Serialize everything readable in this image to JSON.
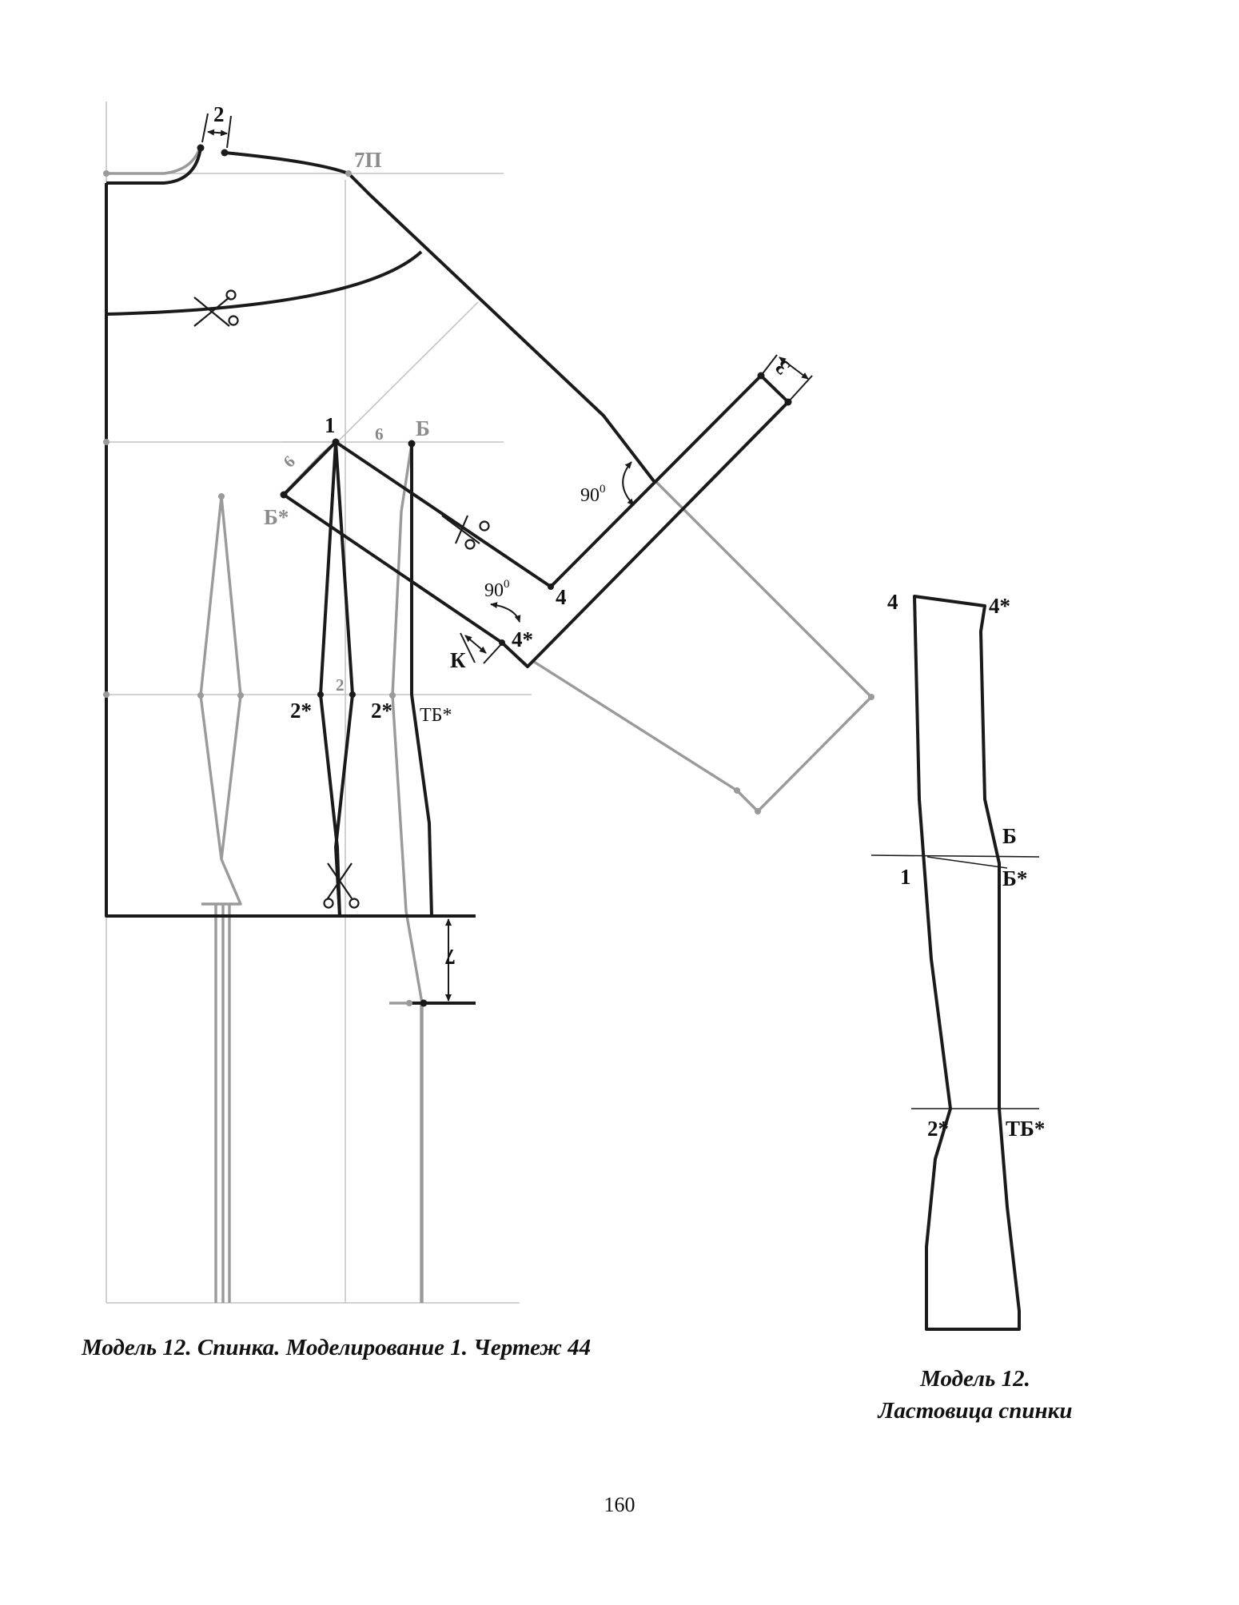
{
  "diagram": {
    "labels": {
      "dim_2_top": "2",
      "point_7p": "7П",
      "dim_3": "3",
      "point_1": "1",
      "dim_6_right": "6",
      "point_b": "Б",
      "dim_6_left": "6",
      "point_b_star": "Б*",
      "angle_upper": "90",
      "angle_upper_sup": "0",
      "angle_lower": "90",
      "angle_lower_sup": "0",
      "point_4": "4",
      "point_4_star": "4*",
      "point_k": "К",
      "dim_2_mid": "2",
      "point_2_star_left": "2*",
      "point_2_star_right": "2*",
      "point_tb_star": "ТБ*",
      "dim_7": "7"
    },
    "gusset_labels": {
      "point_4": "4",
      "point_4_star": "4*",
      "point_b": "Б",
      "point_1": "1",
      "point_b_star": "Б*",
      "point_2_star": "2*",
      "point_tb_star": "ТБ*"
    },
    "colors": {
      "main_line": "#1a1a1a",
      "construction_line": "#9a9a9a",
      "grid_line": "#c4c4c4"
    }
  },
  "captions": {
    "main": "Модель 12. Спинка. Моделирование 1. Чертеж 44",
    "gusset_line1": "Модель 12.",
    "gusset_line2": "Ластовица спинки"
  },
  "page_number": "160"
}
